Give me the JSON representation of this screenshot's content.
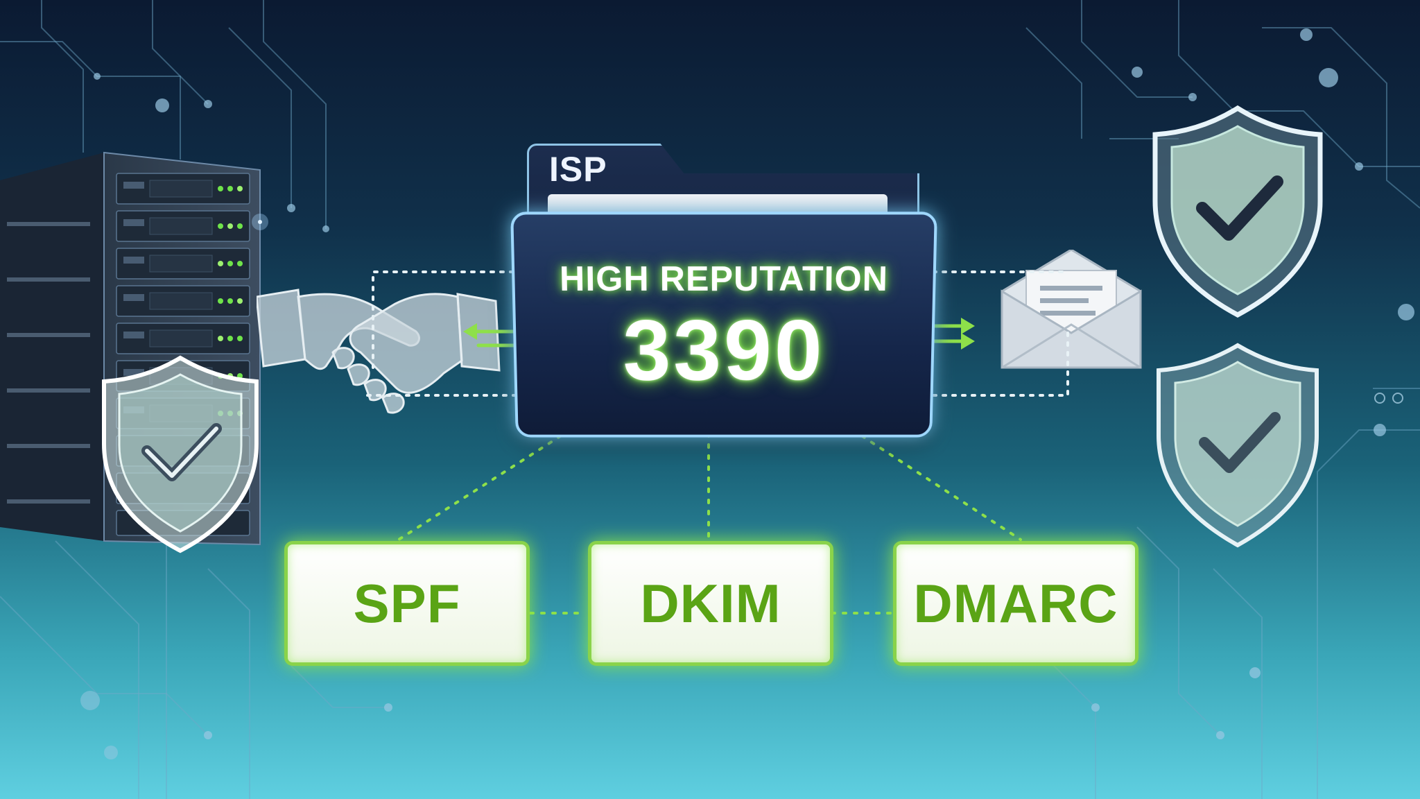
{
  "folder": {
    "tab_label": "ISP",
    "title": "HIGH REPUTATION",
    "score": "3390"
  },
  "protocols": [
    {
      "label": "SPF"
    },
    {
      "label": "DKIM"
    },
    {
      "label": "DMARC"
    }
  ],
  "icons": [
    "server-rack-icon",
    "handshake-icon",
    "envelope-icon",
    "shield-check-icon"
  ],
  "colors": {
    "accent_green": "#8ad34a",
    "accent_green_text": "#5aa415",
    "glow_blue": "#9fd8ff",
    "folder_navy": "#15264a",
    "bg_top": "#0b1a32",
    "bg_bottom": "#5fcfe0"
  }
}
